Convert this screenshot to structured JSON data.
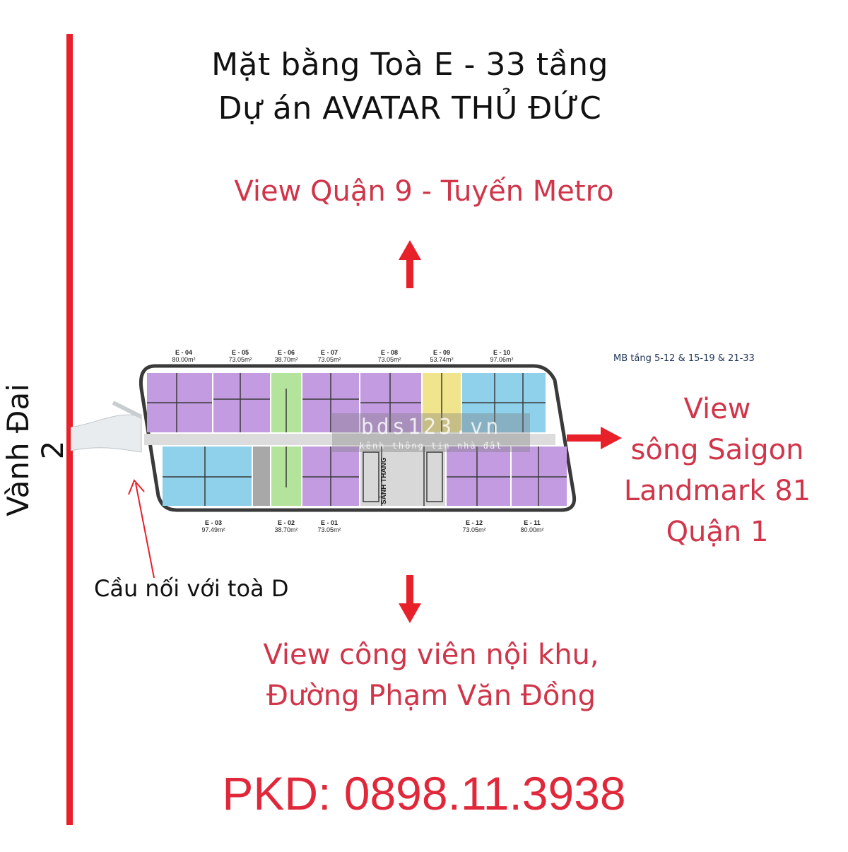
{
  "title": {
    "line1": "Mặt bằng Toà E - 33 tầng",
    "line2": "Dự án AVATAR THỦ ĐỨC"
  },
  "road_label": "Vành Đai 2",
  "views": {
    "top": "View Quận 9 - Tuyến Metro",
    "right": [
      "View",
      "sông Saigon",
      "Landmark 81",
      "Quận 1"
    ],
    "bottom": [
      "View công viên nội khu,",
      "Đường Phạm Văn Đồng"
    ]
  },
  "bridge_label": "Cầu nối với toà D",
  "floorplan": {
    "floors_note": "MB tầng 5-12 & 15-19 & 21-33",
    "lobby_label": "SẢNH THANG",
    "top_units": [
      {
        "code": "E - 04",
        "area": "80.00m²"
      },
      {
        "code": "E - 05",
        "area": "73.05m²"
      },
      {
        "code": "E - 06",
        "area": "38.70m²"
      },
      {
        "code": "E - 07",
        "area": "73.05m²"
      },
      {
        "code": "E - 08",
        "area": "73.05m²"
      },
      {
        "code": "E - 09",
        "area": "53.74m²"
      },
      {
        "code": "E - 10",
        "area": "97.06m²"
      }
    ],
    "bottom_units": [
      {
        "code": "E - 03",
        "area": "97.49m²"
      },
      {
        "code": "E - 02",
        "area": "38.70m²"
      },
      {
        "code": "E - 01",
        "area": "73.05m²"
      },
      {
        "code": "E - 12",
        "area": "73.05m²"
      },
      {
        "code": "E - 11",
        "area": "80.00m²"
      }
    ],
    "colors": {
      "purple": "#c39be0",
      "blue": "#8fd0ea",
      "green": "#b4e39c",
      "yellow": "#f0e48c",
      "corridor": "#dcdcdc",
      "outline": "#3a3a3a"
    }
  },
  "watermark": {
    "main": "bds123.vn",
    "sub": "kênh thông tin nhà đất"
  },
  "pkd": "PKD:  0898.11.3938",
  "colors": {
    "accent_red": "#e8202a",
    "text_red": "#d0354a"
  }
}
